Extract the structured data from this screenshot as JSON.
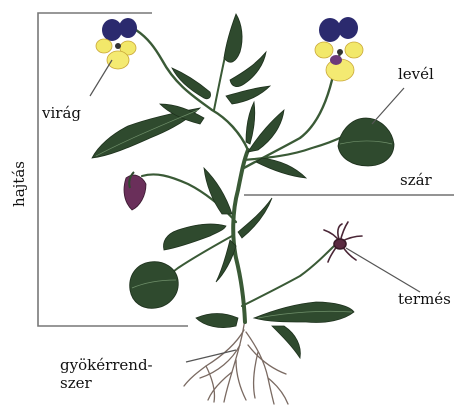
{
  "labels": {
    "shoot": "hajtás",
    "flower": "virág",
    "leaf": "levél",
    "stem": "szár",
    "fruit": "termés",
    "root_system_line1": "gyökérrend-",
    "root_system_line2": "szer"
  },
  "colors": {
    "leaf": "#2f4a2e",
    "stem": "#3a5a36",
    "petal_purple": "#2b2a6e",
    "petal_yellow": "#f2e86a",
    "bud": "#6a2f5a",
    "root": "#7a6a62",
    "leader_line": "#555555",
    "bracket": "#777777"
  }
}
